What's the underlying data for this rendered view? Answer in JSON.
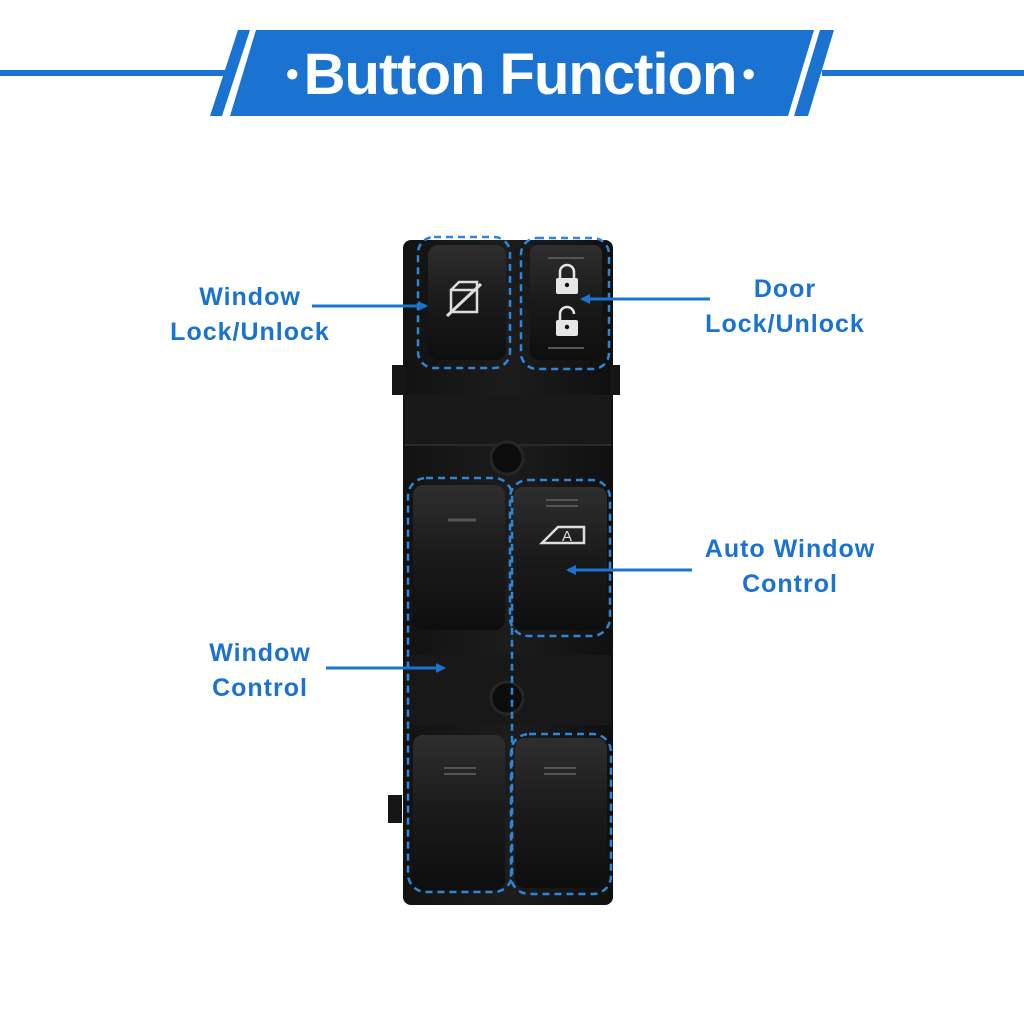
{
  "header": {
    "title": "Button Function",
    "color": "#1a73d0"
  },
  "callouts": {
    "window_lock": [
      "Window",
      "Lock/Unlock"
    ],
    "door_lock": [
      "Door",
      "Lock/Unlock"
    ],
    "auto_window": [
      "Auto Window",
      "Control"
    ],
    "window_control": [
      "Window",
      "Control"
    ]
  },
  "switch_panel": {
    "auto_button_glyph": "A",
    "icons": [
      "window-lock-icon",
      "lock-closed-icon",
      "lock-open-icon"
    ]
  }
}
